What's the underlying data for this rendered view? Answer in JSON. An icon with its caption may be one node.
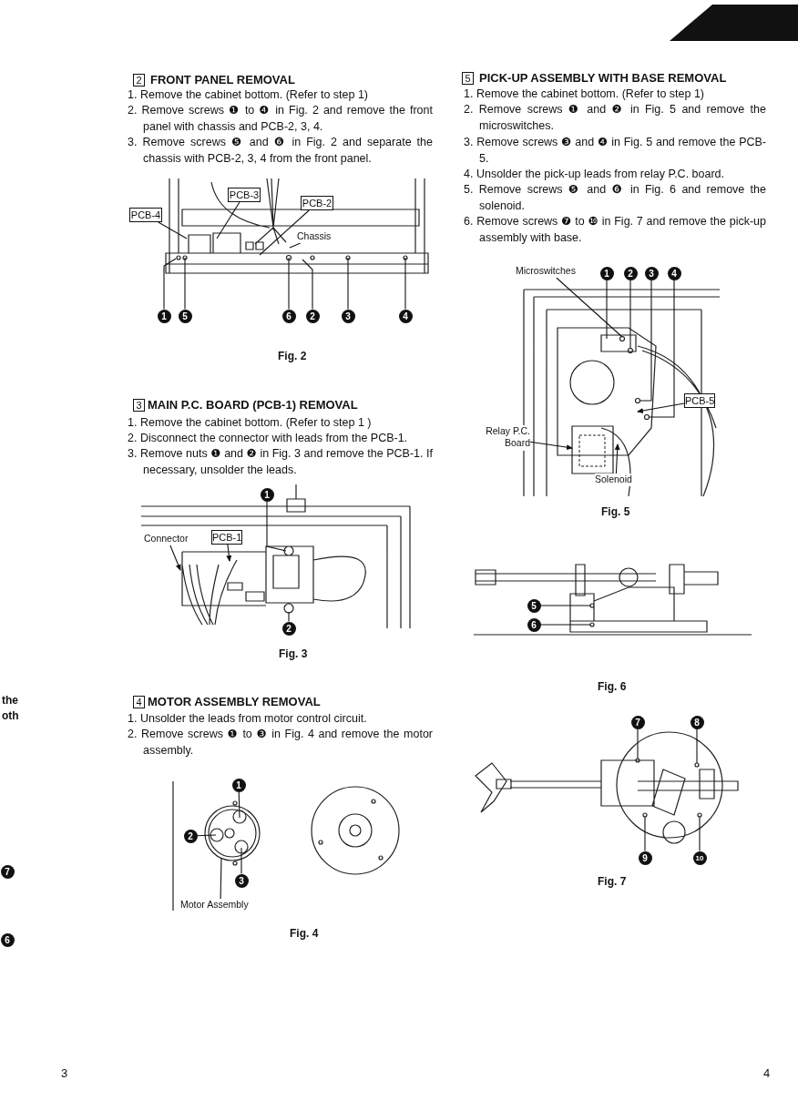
{
  "diagram": {
    "nodes": [
      {
        "text": [
          "PCB-4"
        ]
      },
      {
        "text": [
          "PCB-3"
        ]
      },
      {
        "text": [
          "PCB-2"
        ]
      },
      {
        "text": [
          "Chassis"
        ]
      },
      {
        "text": [
          "1"
        ]
      },
      {
        "text": [
          "5"
        ]
      },
      {
        "text": [
          "6"
        ]
      },
      {
        "text": [
          "2"
        ]
      },
      {
        "text": [
          "3"
        ]
      },
      {
        "text": [
          "4"
        ]
      },
      {
        "text": [
          "1"
        ]
      },
      {
        "text": [
          "Connector"
        ]
      },
      {
        "text": [
          "PCB-1"
        ]
      },
      {
        "text": [
          "2"
        ]
      },
      {
        "text": [
          "1"
        ]
      },
      {
        "text": [
          "2"
        ]
      },
      {
        "text": [
          "3"
        ]
      },
      {
        "text": [
          "Motor Assembly"
        ]
      },
      {
        "text": [
          "Microswitches"
        ]
      },
      {
        "text": [
          "1"
        ]
      },
      {
        "text": [
          "2"
        ]
      },
      {
        "text": [
          "3"
        ]
      },
      {
        "text": [
          "4"
        ]
      },
      {
        "text": [
          "PCB-5"
        ]
      },
      {
        "text": [
          "Relay P.C. Board"
        ]
      },
      {
        "text": [
          "Solenoid"
        ]
      },
      {
        "text": [
          "5"
        ]
      },
      {
        "text": [
          "6"
        ]
      },
      {
        "text": [
          "7"
        ]
      },
      {
        "text": [
          "8"
        ]
      },
      {
        "text": [
          "9"
        ]
      },
      {
        "text": [
          "10"
        ]
      },
      {
        "text": [
          "7"
        ]
      },
      {
        "text": [
          "6"
        ]
      }
    ],
    "edges": [
      {
        "from": 0,
        "to": null,
        "arrow": "none"
      },
      {
        "from": 1,
        "to": null,
        "arrow": "none"
      },
      {
        "from": 2,
        "to": null,
        "arrow": "none"
      },
      {
        "from": 3,
        "to": null,
        "arrow": "none"
      },
      {
        "from": 4,
        "to": null,
        "arrow": "none"
      },
      {
        "from": 5,
        "to": null,
        "arrow": "none"
      },
      {
        "from": 6,
        "to": null,
        "arrow": "none"
      },
      {
        "from": 7,
        "to": null,
        "arrow": "none"
      },
      {
        "from": 8,
        "to": null,
        "arrow": "none"
      },
      {
        "from": 9,
        "to": null,
        "arrow": "none"
      },
      {
        "from": 10,
        "to": null,
        "arrow": "none"
      },
      {
        "from": 11,
        "to": null,
        "arrow": "to"
      },
      {
        "from": 12,
        "to": null,
        "arrow": "to"
      },
      {
        "from": 13,
        "to": null,
        "arrow": "none"
      },
      {
        "from": 14,
        "to": null,
        "arrow": "none"
      },
      {
        "from": 15,
        "to": null,
        "arrow": "none"
      },
      {
        "from": 16,
        "to": null,
        "arrow": "none"
      },
      {
        "from": 17,
        "to": null,
        "arrow": "none"
      },
      {
        "from": 18,
        "to": null,
        "arrow": "none"
      },
      {
        "from": 19,
        "to": null,
        "arrow": "none"
      },
      {
        "from": 20,
        "to": null,
        "arrow": "none"
      },
      {
        "from": 21,
        "to": null,
        "arrow": "none"
      },
      {
        "from": 22,
        "to": null,
        "arrow": "none"
      },
      {
        "from": 23,
        "to": null,
        "arrow": "to"
      },
      {
        "from": 24,
        "to": null,
        "arrow": "to"
      },
      {
        "from": 25,
        "to": null,
        "arrow": "to"
      },
      {
        "from": 26,
        "to": null,
        "arrow": "none"
      },
      {
        "from": 27,
        "to": null,
        "arrow": "none"
      },
      {
        "from": 28,
        "to": null,
        "arrow": "none"
      },
      {
        "from": 29,
        "to": null,
        "arrow": "none"
      },
      {
        "from": 30,
        "to": null,
        "arrow": "none"
      },
      {
        "from": 31,
        "to": null,
        "arrow": "none"
      }
    ],
    "labels": [
      "the",
      "oth",
      "2",
      "FRONT PANEL REMOVAL",
      "1. Remove the cabinet bottom. (Refer to step 1)",
      "2. Remove screws ❶ to ❹ in Fig. 2 and remove the front panel with chassis and PCB-2, 3, 4.",
      "3. Remove screws ❺ and ❻ in Fig. 2 and separate the chassis with PCB-2, 3, 4 from the front panel.",
      "Fig. 2",
      "3",
      "MAIN P.C. BOARD (PCB-1) REMOVAL",
      "1. Remove the cabinet bottom. (Refer to step 1 )",
      "2. Disconnect the connector with leads from the PCB-1.",
      "3. Remove nuts ❶ and ❷ in Fig. 3 and remove the PCB-1. If necessary, unsolder the leads.",
      "Fig. 3",
      "4",
      "MOTOR ASSEMBLY REMOVAL",
      "1. Unsolder the leads from motor control circuit.",
      "2. Remove screws ❶ to ❸ in Fig. 4 and remove the motor assembly.",
      "Fig. 4",
      "5",
      "PICK-UP ASSEMBLY WITH BASE REMOVAL",
      "1. Remove the cabinet bottom. (Refer to step 1)",
      "2. Remove screws ❶ and ❷ in Fig. 5 and remove the microswitches.",
      "3. Remove screws ❸ and ❹ in Fig. 5 and remove the PCB-5.",
      "4. Unsolder the pick-up leads from relay P.C. board.",
      "5. Remove screws ❺ and ❻ in Fig. 6 and remove the solenoid.",
      "6. Remove screws ❼ to ❿ in Fig. 7 and remove the pick-up assembly with base.",
      "Fig. 5",
      "Fig. 6",
      "Fig. 7",
      "3",
      "4"
    ]
  }
}
